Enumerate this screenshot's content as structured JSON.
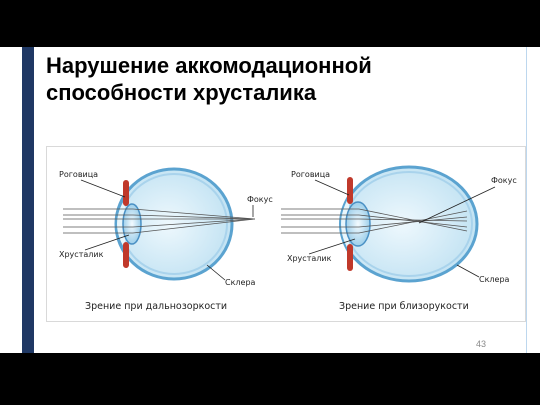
{
  "slide": {
    "title": "Нарушение аккомодационной способности хрусталика",
    "page_number": "43"
  },
  "left_diagram": {
    "label_cornea": "Роговица",
    "label_lens": "Хрусталик",
    "label_focus": "Фокус",
    "label_sclera": "Склера",
    "caption": "Зрение при дальнозоркости"
  },
  "right_diagram": {
    "label_cornea": "Роговица",
    "label_lens": "Хрусталик",
    "label_focus": "Фокус",
    "label_sclera": "Склера",
    "caption": "Зрение при близорукости"
  },
  "colors": {
    "accent_bar": "#1f3864",
    "eye_fill": "#d6ecf7",
    "eye_outline": "#4a90c4",
    "iris": "#c0392b"
  }
}
